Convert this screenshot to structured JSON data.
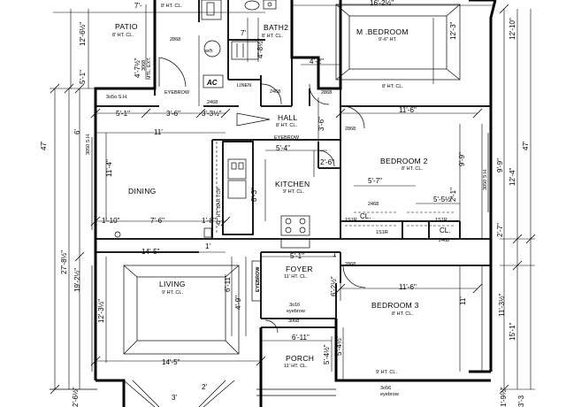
{
  "rooms": {
    "patio": {
      "name": "PATIO",
      "ceiling": "8' HT. CL."
    },
    "laundry": {
      "ceiling": "8' HT. CL."
    },
    "bath2": {
      "name": "BATH2",
      "ceiling": "8' HT. CL."
    },
    "master": {
      "name": "M .BEDROOM",
      "ceiling": "9'-6\" HT.",
      "ceiling2": "8' HT. CL."
    },
    "hall": {
      "name": "HALL",
      "ceiling": "8' HT. CL."
    },
    "kitchen": {
      "name": "KITCHEN",
      "ceiling": "9' HT. CL."
    },
    "dining": {
      "name": "DINING"
    },
    "bedroom2": {
      "name": "BEDROOM 2",
      "ceiling": "8' HT. CL."
    },
    "living": {
      "name": "LIVING",
      "ceiling": "9' HT. CL."
    },
    "foyer": {
      "name": "FOYER",
      "ceiling": "11' HT. CL."
    },
    "bedroom3": {
      "name": "BEDROOM 3",
      "ceiling": "8' HT. CL."
    },
    "porch": {
      "name": "PORCH",
      "ceiling": "11' HT. CL."
    }
  },
  "labels": {
    "wh": "w/h",
    "ac": "AC",
    "linen": "LINEN",
    "eyebrow_patio": "EYEBROW",
    "eyebrow_hall": "EYEBROW",
    "eyebrow_living": "EYEBROW",
    "bar_top": "42\" HT. BAR TOP",
    "window_sh": "3o5o S.H.",
    "window_sh_left": "3050 S.H.",
    "window_sh_right": "3050 S.H.",
    "mtl_ext": "MTL. EXT.",
    "mtl_ext_code": "3068",
    "door_2868_patio": "2868",
    "door_2468_bath": "2468",
    "door_2468_ac": "2468",
    "door_2868_hall": "2868",
    "door_2868_mb": "2868",
    "door_2468_cl": "2468",
    "door_2868_foyer": "2868",
    "door_2468_cl2": "2468",
    "door_3068": "3068",
    "cl_a": "CL.",
    "cl_b": "CL.",
    "shelf_a": "1S1R",
    "shelf_b": "1S1R",
    "shelf_c": "1S1R",
    "eyebrow_window": "3o16\neyebrow",
    "eyebrow_window_l1": "3o16",
    "eyebrow_window_l2": "eyebrow",
    "bottom_window_l1": "3o56",
    "bottom_window_l2": "eyebrow",
    "porch_ceiling_note": "9' HT. CL."
  },
  "dims": {
    "top_16_2": "16'-2½\"",
    "top_7": "7'-",
    "top_12_6": "12'-6½\"",
    "top_12_10": "12'-10\"",
    "patio_5_1": "5'-1\"",
    "patio_4_7": "4'-7½\"",
    "bath_7": "7'",
    "bath_4_8": "4'-8½\"",
    "mb_12_3": "12'-3\"",
    "hall_4_2": "4'-2\"",
    "row_5_1": "5'-1\"",
    "row_3_6": "3'-6\"",
    "row_3_3": "3'-3½\"",
    "row_11_6": "11'-6\"",
    "hall_3_6": "3'-6\"",
    "dining_11": "11'",
    "left_6": "6'",
    "left_47": "47'",
    "right_47": "47'",
    "dining_11_4": "11'-4\"",
    "kit_5_4": "5'-4\"",
    "kit_2_6": "2'-6\"",
    "kit_8_3": "8'-3\"",
    "b2_5_7": "5'-7\"",
    "b2_5_5": "5'-5½\"",
    "b2_2_1": "2'-1\"",
    "b2_9_9": "9'-9\"",
    "right_9_9": "9'-9\"",
    "right_12_4": "12'-4\"",
    "right_2_7": "2'-7\"",
    "dining_1_10": "1'-10\"",
    "dining_7_6": "7'-6\"",
    "dining_1_8": "1'-8\"",
    "left_27_8": "27'-8½\"",
    "living_14_5": "14'-5\"",
    "living_1": "1'",
    "foyer_5_1": "5'-1\"",
    "foyer_1": "1'",
    "left_19_2": "19'-2½\"",
    "living_12_3": "12'-3½\"",
    "living_6_11": "6'-11\"",
    "living_4_9": "4'-9\"",
    "foyer_6_2": "6'-2½\"",
    "b3_11_6": "11'-6\"",
    "b3_11": "11'",
    "right_11_3": "11'-3½\"",
    "right_15_1": "15'-1\"",
    "porch_6_11": "6'-11\"",
    "porch_5_4": "5'-4½\"",
    "b3_5_4": "5'-4½\"",
    "living_14_5b": "14'-5\"",
    "bottom_2_6": "2'-6½\"",
    "bottom_3": "3'",
    "bottom_2": "2'",
    "bottom_1_9": "1'-9½\"",
    "bottom_3_3": "3'-3"
  }
}
